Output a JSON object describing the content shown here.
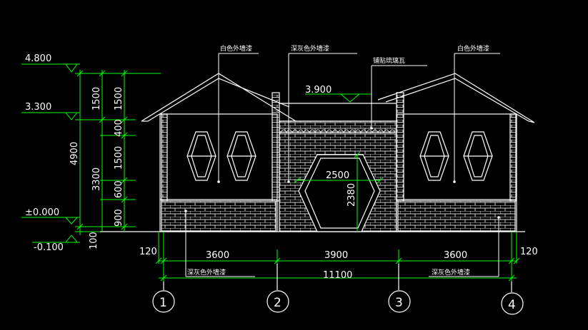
{
  "colors": {
    "background": "#000000",
    "line": "#ffffff",
    "dimension": "#00ff00",
    "annotation": "#ffffff"
  },
  "levels": {
    "top": "4.800",
    "eave": "3.300",
    "ground": "±0.000",
    "below": "-0.100",
    "mid": "3.900"
  },
  "vertical_dims": {
    "outer_4900": "4900",
    "outer_100": "100",
    "mid_3300": "3300",
    "mid_1500": "1500",
    "inner": [
      "1500",
      "400",
      "1500",
      "600",
      "900"
    ]
  },
  "horizontal_dims": {
    "left_edge": "120",
    "right_edge": "120",
    "spans": [
      "3600",
      "3900",
      "3600"
    ],
    "total": "11100"
  },
  "opening_dims": {
    "width": "2500",
    "height": "2380"
  },
  "annotations": {
    "white_paint_left": "白色外墙漆",
    "dark_gray_top": "深灰色外墙漆",
    "glazed_tile": "铺贴琉璃瓦",
    "white_paint_right": "白色外墙漆",
    "dark_gray_bottom_left": "深灰色外墙漆",
    "dark_gray_bottom_right": "深灰色外墙漆"
  },
  "axes": [
    "1",
    "2",
    "3",
    "4"
  ]
}
